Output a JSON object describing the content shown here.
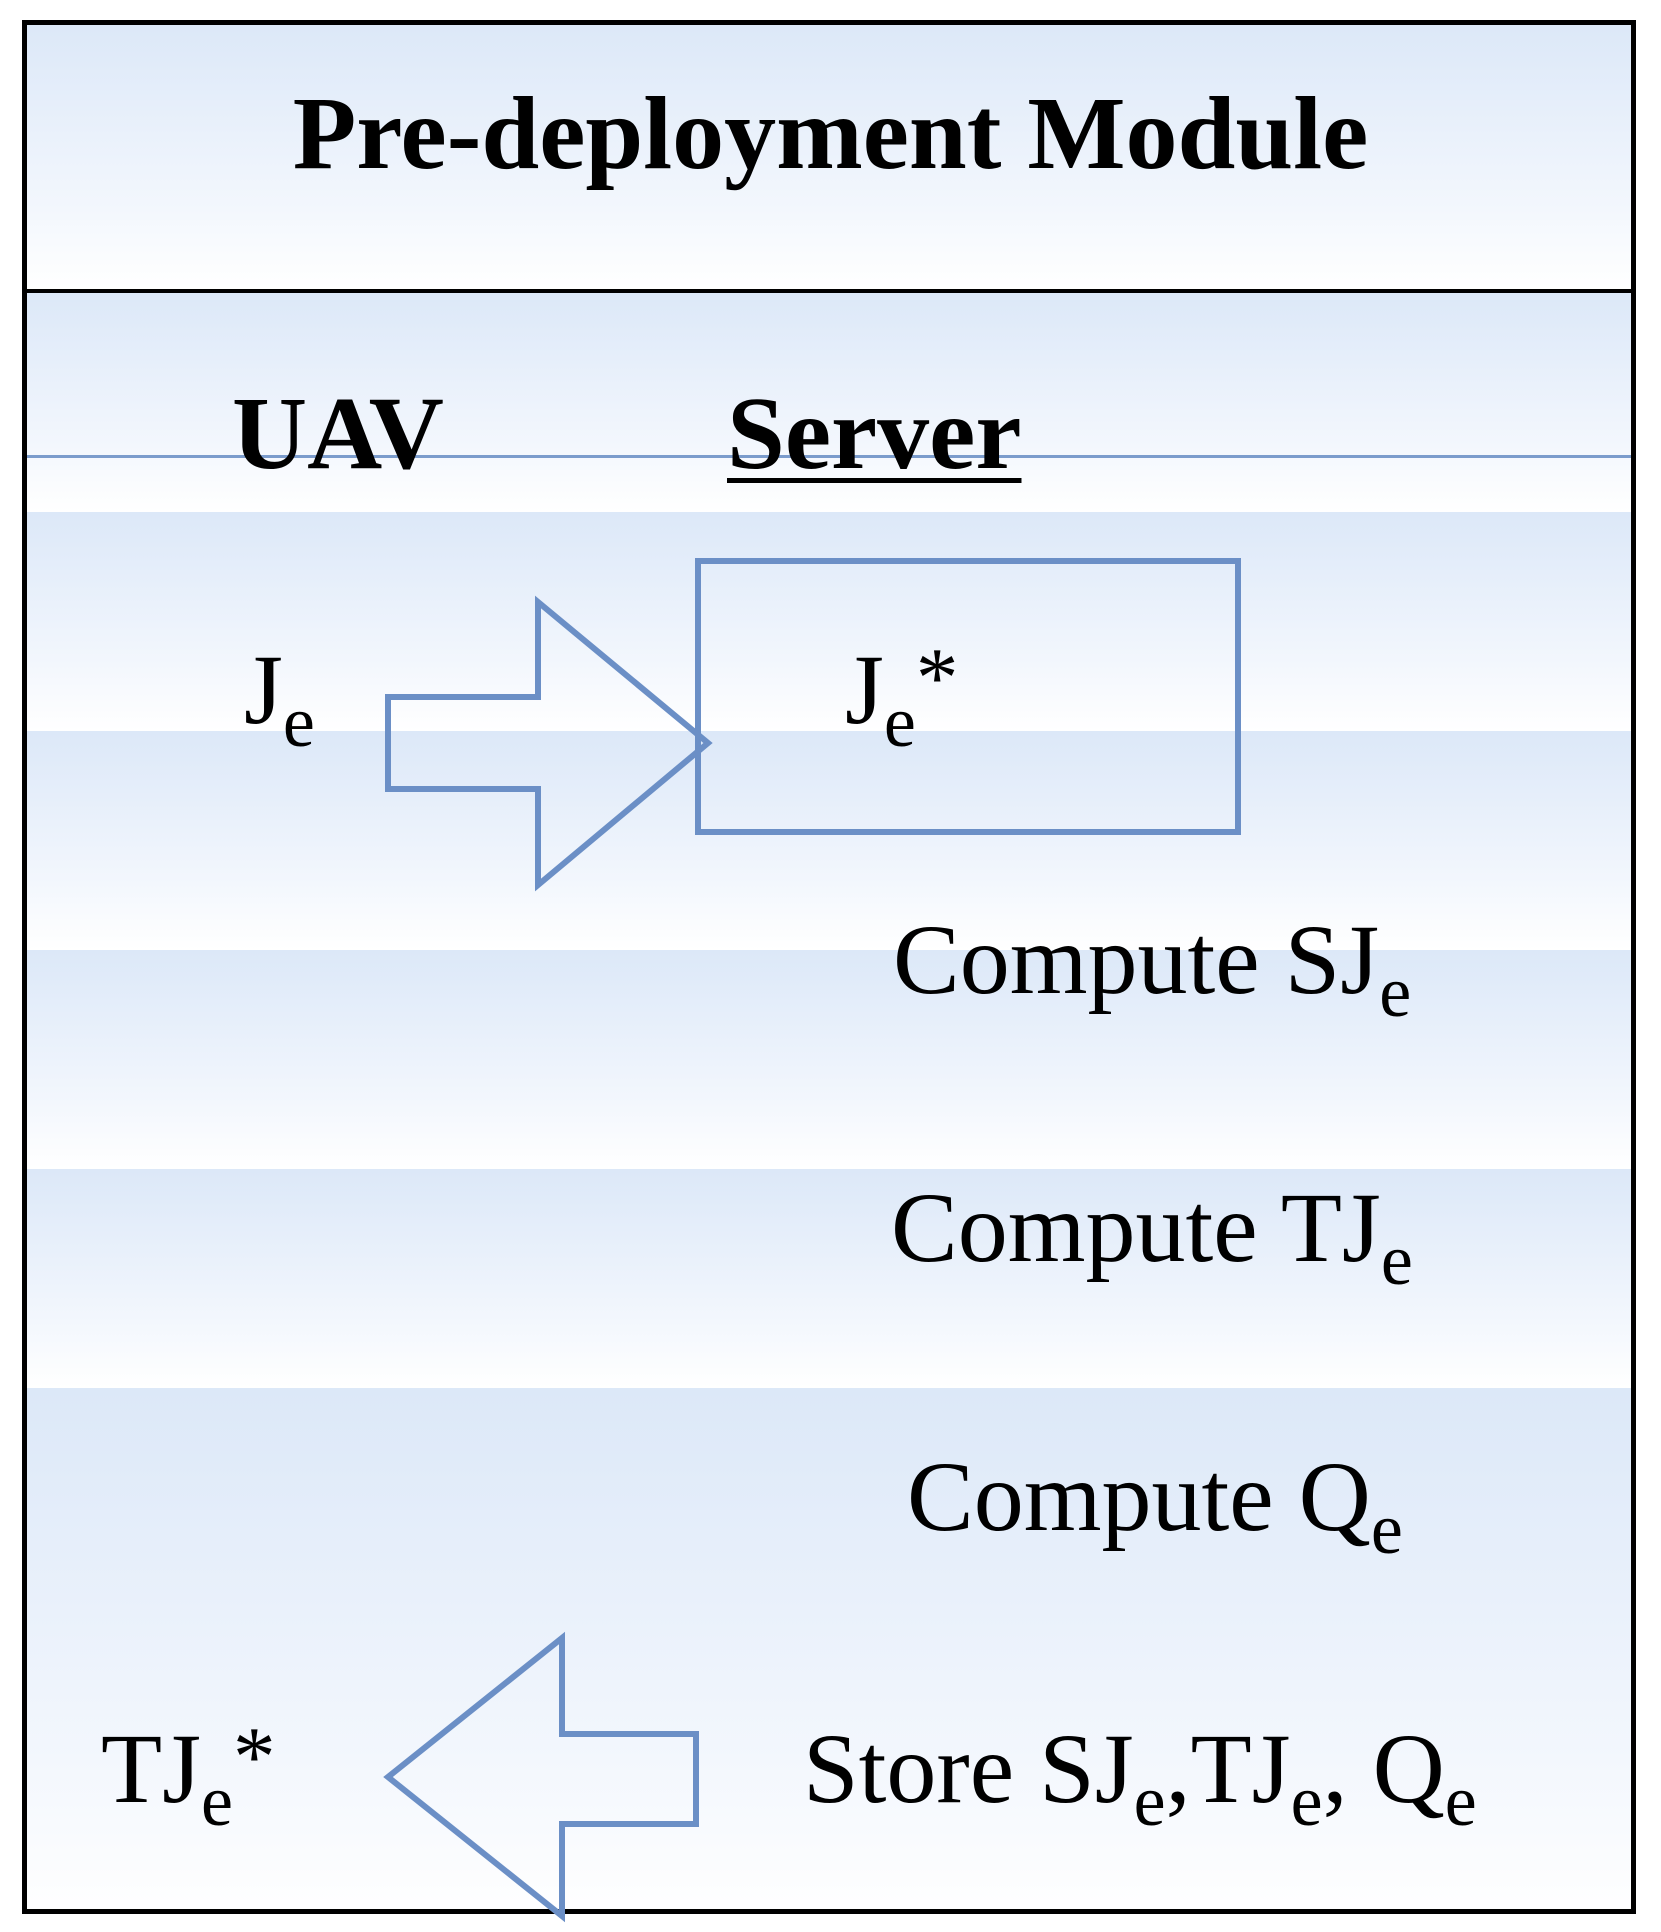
{
  "title": "Pre-deployment Module",
  "columns": {
    "uav": "UAV",
    "server": "Server"
  },
  "rows": [
    {
      "uav": {
        "base": "J",
        "sub": "e",
        "sup": ""
      },
      "server": {
        "base": "J",
        "sub": "e",
        "sup": "*"
      }
    },
    {
      "server": {
        "prefix": "Compute SJ",
        "sub": "e"
      }
    },
    {
      "server": {
        "prefix": "Compute TJ",
        "sub": "e"
      }
    },
    {
      "server": {
        "prefix": "Compute Q",
        "sub": "e"
      }
    },
    {
      "uav": {
        "base": "TJ",
        "sub": "e",
        "sup": "*"
      },
      "server": {
        "prefix": "Store SJ",
        "sub1": "e",
        "mid1": ",TJ",
        "sub2": "e",
        "mid2": ", Q",
        "sub3": "e"
      }
    }
  ],
  "colors": {
    "band_top": "#dce8f8",
    "band_bottom": "#ffffff",
    "shape_stroke": "#6b8fc6",
    "frame": "#000000"
  },
  "icons": [
    "right-arrow-icon",
    "left-arrow-icon"
  ]
}
